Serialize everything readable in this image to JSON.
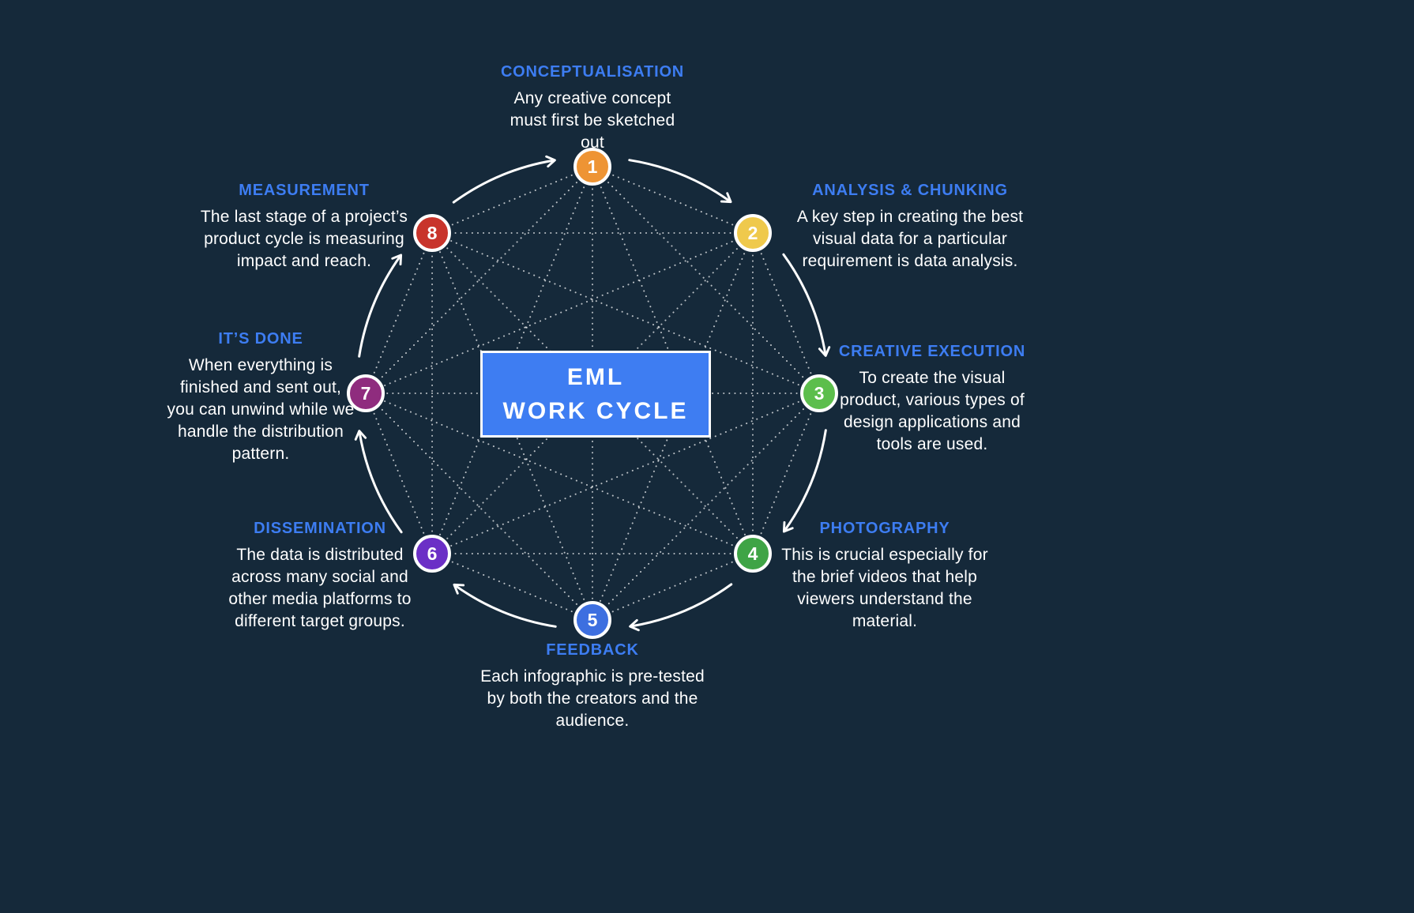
{
  "center": {
    "line1": "EML",
    "line2": "WORK CYCLE"
  },
  "colors": {
    "background": "#15293A",
    "heading": "#3D7DF2",
    "center_box": "#3E7DF2",
    "body_text": "#FFFFFF",
    "connector": "#FFFFFF"
  },
  "stages": [
    {
      "number": "1",
      "name": "CONCEPTUALISATION",
      "description": "Any creative concept must first be sketched out",
      "color": "#EE9434"
    },
    {
      "number": "2",
      "name": "ANALYSIS & CHUNKING",
      "description": "A key step in creating the best visual data for a particular requirement is data analysis.",
      "color": "#EFC94C"
    },
    {
      "number": "3",
      "name": "CREATIVE EXECUTION",
      "description": "To create the visual product, various types of design applications and tools are used.",
      "color": "#5CBE4C"
    },
    {
      "number": "4",
      "name": "PHOTOGRAPHY",
      "description": "This is crucial especially for the brief videos that help viewers understand the material.",
      "color": "#3FA446"
    },
    {
      "number": "5",
      "name": "FEEDBACK",
      "description": "Each infographic is pre-tested by both the creators and the audience.",
      "color": "#3D6FE0"
    },
    {
      "number": "6",
      "name": "DISSEMINATION",
      "description": "The data is distributed across many social and other media platforms to different target groups.",
      "color": "#6B2FC6"
    },
    {
      "number": "7",
      "name": "IT’S DONE",
      "description": "When everything is finished and sent out, you can unwind while we handle the distribution pattern.",
      "color": "#8F2C7E"
    },
    {
      "number": "8",
      "name": "MEASUREMENT",
      "description": "The last stage of a project’s product cycle is measuring impact and reach.",
      "color": "#C8342B"
    }
  ]
}
